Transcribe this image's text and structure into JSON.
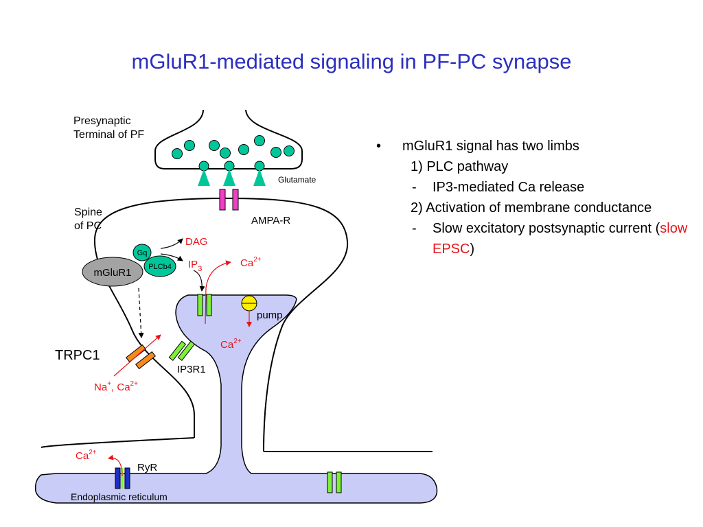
{
  "slide": {
    "title": "mGluR1-mediated signaling in PF-PC synapse"
  },
  "diagram": {
    "presynaptic_line1": "Presynaptic",
    "presynaptic_line2": "Terminal of PF",
    "glutamate": "Glutamate",
    "ampa": "AMPA-R",
    "spine_line1": "Spine",
    "spine_line2": "of PC",
    "gq": "Gq",
    "plcb4": "PLCb4",
    "mglur1": "mGluR1",
    "dag": "DAG",
    "ip3_base": "IP",
    "ip3_sub": "3",
    "ca_base": "Ca",
    "ca_sup": "2+",
    "pump": "pump",
    "trpc1": "TRPC1",
    "ip3r1": "IP3R1",
    "na_ca_prefix": "Na",
    "na_sup": "+",
    "na_ca_sep": ", Ca",
    "ryr": "RyR",
    "er": "Endoplasmic reticulum",
    "colors": {
      "title_blue": "#2b2fbf",
      "red_label": "#e8141a",
      "cytoplasm": "#c8ccf7",
      "vesicle_teal": "#00c79a",
      "ampa_magenta": "#f23fc6",
      "channel_green": "#7ef03a",
      "trpc_orange": "#f58a1d",
      "pump_yellow": "#ffee00",
      "mglur_gray": "#a3a3a3",
      "ryr_blue": "#1d2fc4"
    }
  },
  "bullets": {
    "b1_mark": "•",
    "b1": "mGluR1 signal has two limbs",
    "b2": "1) PLC pathway",
    "b3_mark": "-",
    "b3": "IP3-mediated Ca release",
    "b4": "2) Activation of membrane conductance",
    "b5_mark": "-",
    "b5_text": "Slow excitatory postsynaptic current (",
    "b5_red": "slow EPSC",
    "b5_close": ")"
  }
}
